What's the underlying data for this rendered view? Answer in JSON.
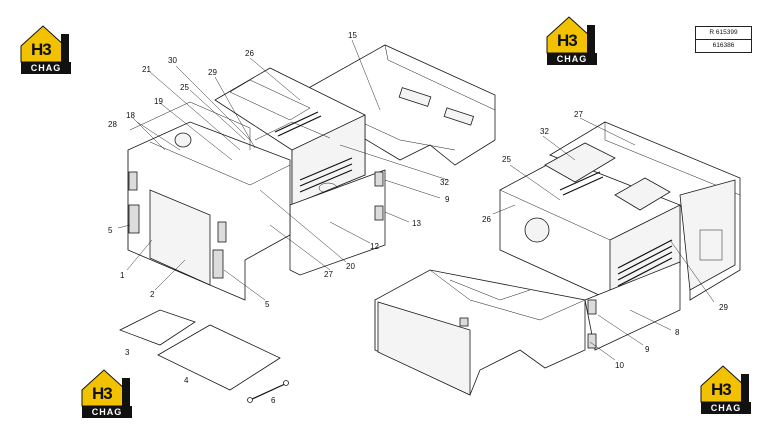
{
  "logo": {
    "mark": "H3",
    "text": "CHAG",
    "icon": "house-logo-icon",
    "color": "#f2c200"
  },
  "reference": {
    "line1": "R 615399",
    "line2": "616386"
  },
  "callouts": {
    "c1": "1",
    "c2": "2",
    "c3": "3",
    "c4": "4",
    "c5a": "5",
    "c5b": "5",
    "c6": "6",
    "c8": "8",
    "c9a": "9",
    "c9b": "9",
    "c10": "10",
    "c12": "12",
    "c13": "13",
    "c15": "15",
    "c18": "18",
    "c19": "19",
    "c20": "20",
    "c21": "21",
    "c25a": "25",
    "c25b": "25",
    "c26a": "26",
    "c26b": "26",
    "c27a": "27",
    "c27b": "27",
    "c28": "28",
    "c29a": "29",
    "c29b": "29",
    "c30": "30",
    "c32a": "32",
    "c32b": "32"
  }
}
